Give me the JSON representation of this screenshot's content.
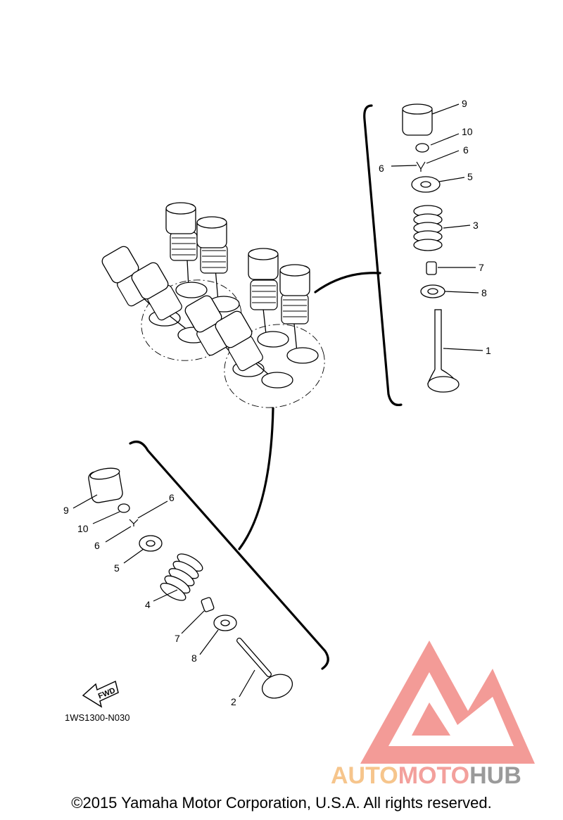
{
  "diagram": {
    "callouts_right": [
      {
        "id": "r9",
        "text": "9"
      },
      {
        "id": "r10",
        "text": "10"
      },
      {
        "id": "r6a",
        "text": "6"
      },
      {
        "id": "r6b",
        "text": "6"
      },
      {
        "id": "r5",
        "text": "5"
      },
      {
        "id": "r3",
        "text": "3"
      },
      {
        "id": "r7",
        "text": "7"
      },
      {
        "id": "r8",
        "text": "8"
      },
      {
        "id": "r1",
        "text": "1"
      }
    ],
    "callouts_left": [
      {
        "id": "l9",
        "text": "9"
      },
      {
        "id": "l6a",
        "text": "6"
      },
      {
        "id": "l10",
        "text": "10"
      },
      {
        "id": "l6b",
        "text": "6"
      },
      {
        "id": "l5",
        "text": "5"
      },
      {
        "id": "l4",
        "text": "4"
      },
      {
        "id": "l7",
        "text": "7"
      },
      {
        "id": "l8",
        "text": "8"
      },
      {
        "id": "l2",
        "text": "2"
      }
    ],
    "fwd_label": "FWD",
    "diagram_code": "1WS1300-N030"
  },
  "watermark": {
    "part1": "AUTO",
    "part2": "MOTO",
    "part3": "HUB",
    "colors": {
      "auto": "#f6c58c",
      "moto": "#f3a09c",
      "hub": "#9a9a9a",
      "logo": "#f28a85"
    }
  },
  "copyright": "©2015 Yamaha Motor Corporation, U.S.A. All rights reserved."
}
